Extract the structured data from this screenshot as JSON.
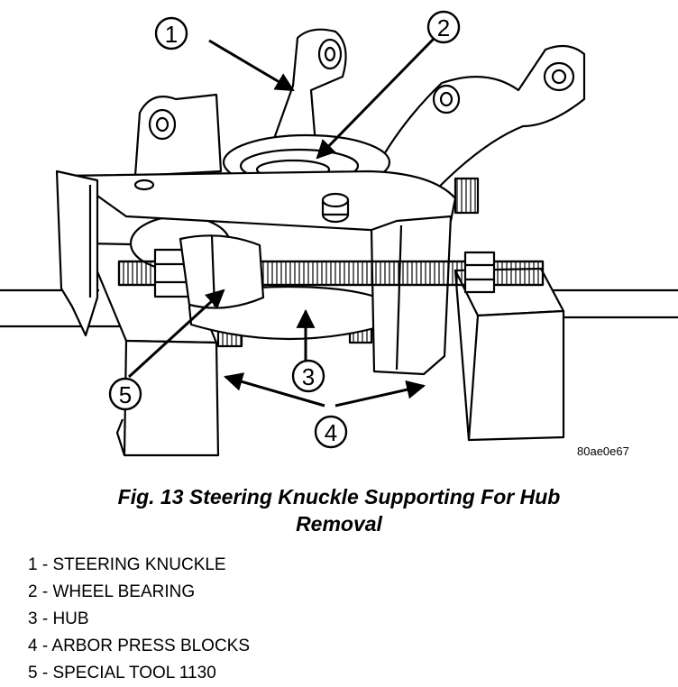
{
  "figure": {
    "drawing_code": "80ae0e67",
    "caption_line1": "Fig. 13 Steering Knuckle Supporting For Hub",
    "caption_line2": "Removal"
  },
  "callouts": [
    "1",
    "2",
    "3",
    "4",
    "5"
  ],
  "legend": [
    "1 - STEERING KNUCKLE",
    "2 - WHEEL BEARING",
    "3 - HUB",
    "4 - ARBOR PRESS BLOCKS",
    "5 - SPECIAL TOOL 1130"
  ]
}
